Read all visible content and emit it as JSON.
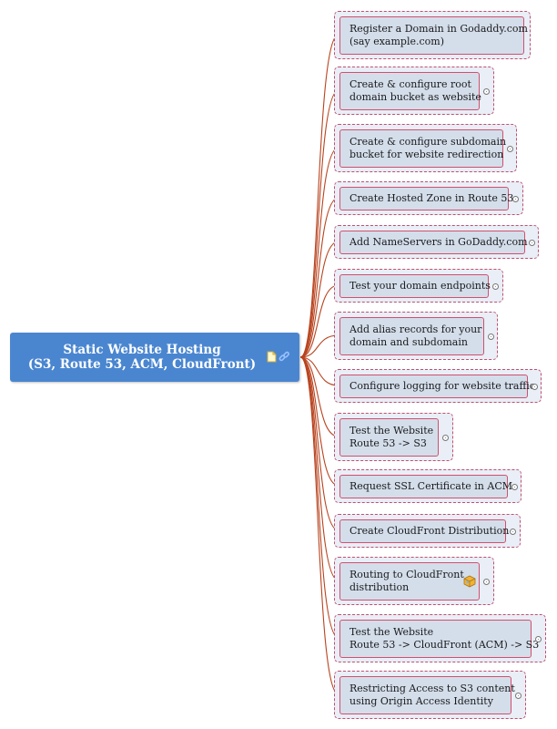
{
  "root": {
    "title_lines": [
      "Static Website Hosting",
      "(S3, Route 53, ACM, CloudFront)"
    ],
    "icons": [
      "note-icon",
      "link-icon"
    ],
    "color": "#4a86d0"
  },
  "colors": {
    "connector": "#b8431e",
    "branch_border": "#c0506c",
    "topic_fill": "#d4deeb"
  },
  "topics": [
    {
      "lines": [
        "Register a Domain in Godaddy.com",
        "(say example.com)"
      ],
      "collapsed": false
    },
    {
      "lines": [
        "Create & configure root",
        "domain bucket as website"
      ],
      "collapsed": true
    },
    {
      "lines": [
        "Create & configure subdomain",
        "bucket for website redirection"
      ],
      "collapsed": true
    },
    {
      "lines": [
        "Create Hosted Zone in Route 53"
      ],
      "collapsed": true
    },
    {
      "lines": [
        "Add NameServers in GoDaddy.com"
      ],
      "collapsed": true
    },
    {
      "lines": [
        "Test your domain endpoints"
      ],
      "collapsed": true
    },
    {
      "lines": [
        "Add alias records for your",
        "domain and subdomain"
      ],
      "collapsed": true
    },
    {
      "lines": [
        "Configure logging for website traffic"
      ],
      "collapsed": true
    },
    {
      "lines": [
        "Test the Website",
        "Route 53 -> S3"
      ],
      "collapsed": true
    },
    {
      "lines": [
        "Request SSL Certificate in ACM"
      ],
      "collapsed": true
    },
    {
      "lines": [
        "Create CloudFront Distribution"
      ],
      "collapsed": true
    },
    {
      "lines": [
        "Routing to CloudFront",
        "distribution"
      ],
      "collapsed": true,
      "icon": "package-icon"
    },
    {
      "lines": [
        "Test the Website",
        "Route 53 -> CloudFront (ACM) -> S3"
      ],
      "collapsed": true
    },
    {
      "lines": [
        "Restricting Access to S3 content",
        "using Origin Access Identity"
      ],
      "collapsed": true
    }
  ]
}
